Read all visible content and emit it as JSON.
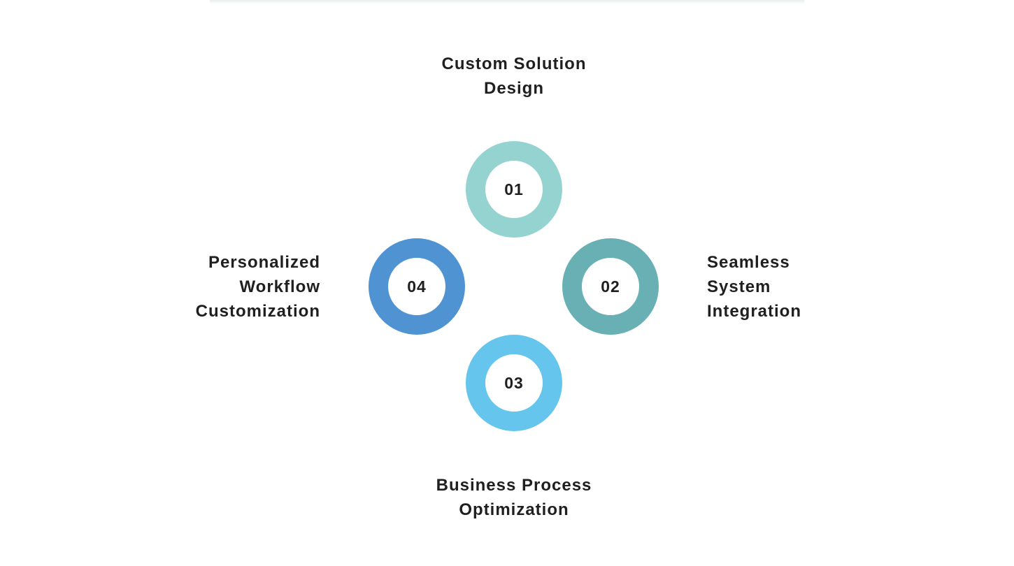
{
  "diagram": {
    "steps": [
      {
        "number": "01",
        "label_lines": [
          "Custom Solution",
          "Design"
        ],
        "color": "#95d3d1"
      },
      {
        "number": "02",
        "label_lines": [
          "Seamless",
          "System",
          "Integration"
        ],
        "color": "#68b0b4"
      },
      {
        "number": "03",
        "label_lines": [
          "Business Process",
          "Optimization"
        ],
        "color": "#65c5ec"
      },
      {
        "number": "04",
        "label_lines": [
          "Personalized",
          "Workflow",
          "Customization"
        ],
        "color": "#4f93d3"
      }
    ]
  }
}
